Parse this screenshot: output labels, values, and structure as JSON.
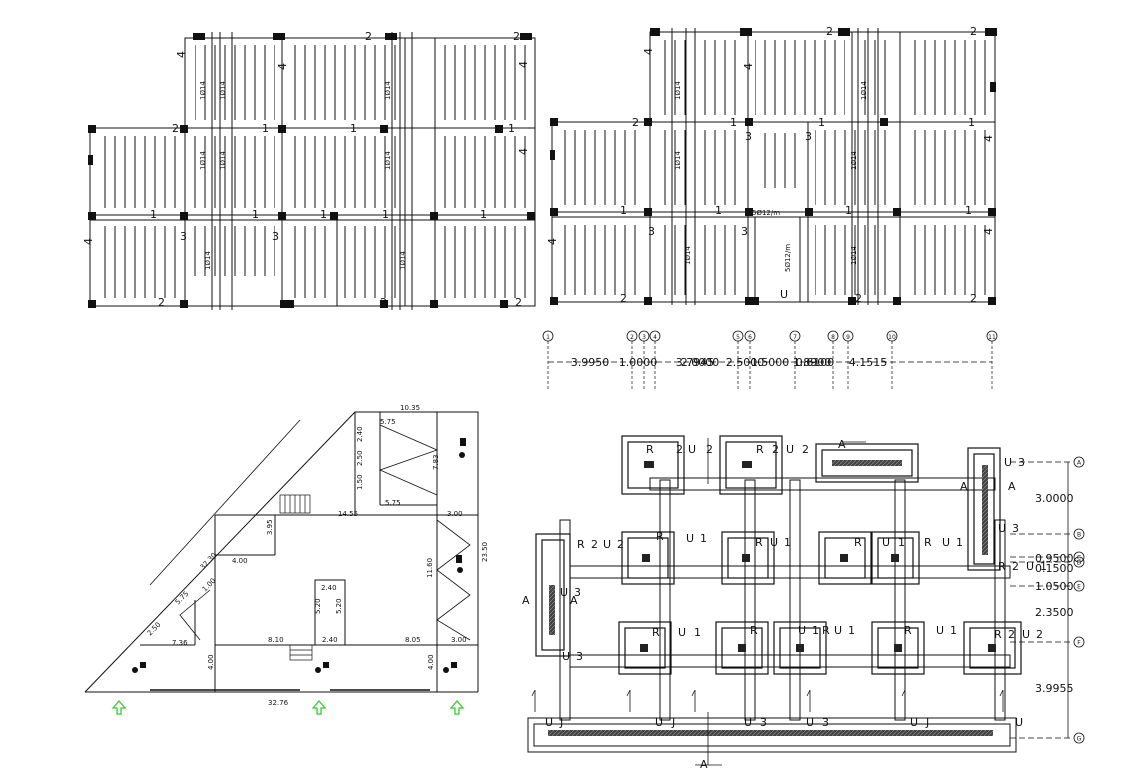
{
  "reinforcement_plans": {
    "bar_label": "1Ø14",
    "beam_marks": [
      "1",
      "2",
      "3",
      "4"
    ],
    "mesh_labels": [
      "5Ø12/m",
      "5Ø12/m"
    ],
    "footing_label": "U"
  },
  "grid_axis_x": {
    "labels": [
      "1",
      "2",
      "3",
      "4",
      "5",
      "6",
      "7",
      "8",
      "9",
      "10",
      "11"
    ],
    "dimensions": [
      "3.9950",
      "1.0000",
      "3.7945",
      "2.0000",
      "2.5000",
      "1.5000",
      "0.6100",
      "1.8900",
      "4.1515"
    ]
  },
  "site_plan": {
    "dims": [
      "10.35",
      "5.75",
      "2.40",
      "2.50",
      "1.50",
      "5.75",
      "7.83",
      "3.95",
      "14.55",
      "3.00",
      "32.30",
      "4.00",
      "11.60",
      "23.50",
      "5.75",
      "2.40",
      "5.20",
      "5.20",
      "1.00",
      "2.50",
      "7.36",
      "8.10",
      "2.40",
      "8.05",
      "3.00",
      "4.00",
      "4.00",
      "32.76"
    ]
  },
  "foundation_plan": {
    "row_labels": [
      "A",
      "B",
      "C",
      "D",
      "E",
      "F",
      "G"
    ],
    "row_dims": [
      "3.0000",
      "0.9500",
      "0.1500",
      "1.0500",
      "2.3500",
      "3.9955"
    ],
    "footing_tags": [
      "R",
      "2",
      "U",
      "1",
      "3",
      "J"
    ],
    "section_marker": "A"
  },
  "colors": {
    "line": "#111111",
    "arrow": "#33cc33",
    "hatch": "#333333"
  }
}
